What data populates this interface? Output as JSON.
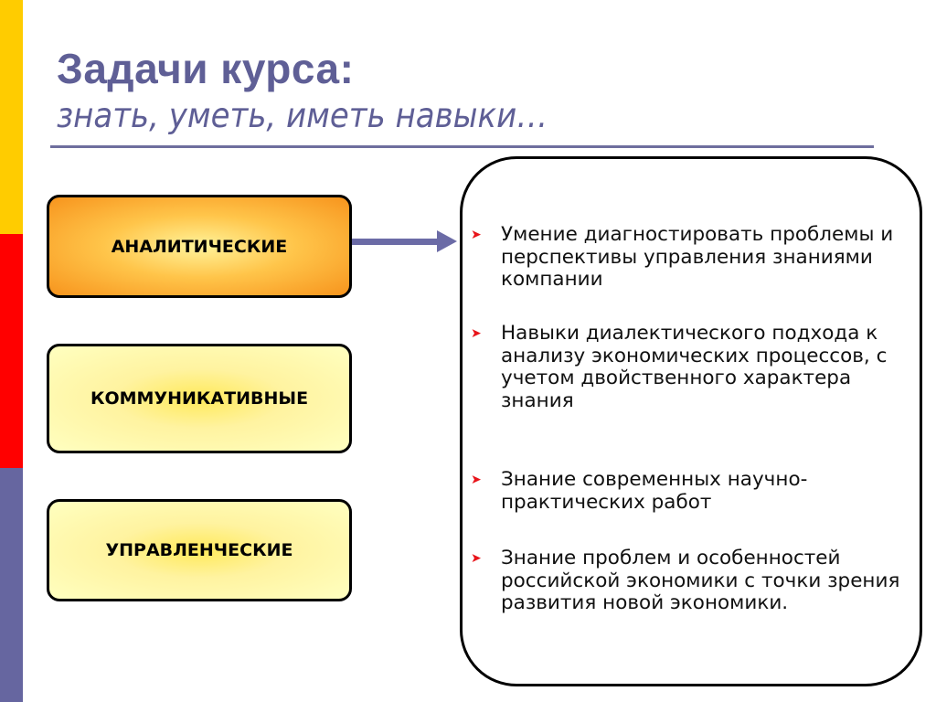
{
  "side_bar_colors": [
    "#ffcc00",
    "#ff0000",
    "#6666a0"
  ],
  "title": "Задачи курса:",
  "subtitle": "знать, уметь, иметь навыки…",
  "categories": [
    {
      "label": "АНАЛИТИЧЕСКИЕ",
      "active": true
    },
    {
      "label": "КОММУНИКАТИВНЫЕ",
      "active": false
    },
    {
      "label": "УПРАВЛЕНЧЕСКИЕ",
      "active": false
    }
  ],
  "bullet_icon": "arrowhead-bullet",
  "items": [
    "Умение диагностировать проблемы и перспективы управления знаниями компании",
    "Навыки диалектического подхода к анализу экономических процессов, с учетом двойственного характера знания",
    "Знание современных научно-практических работ",
    "Знание проблем и особенностей российской экономики с точки зрения развития новой экономики."
  ]
}
